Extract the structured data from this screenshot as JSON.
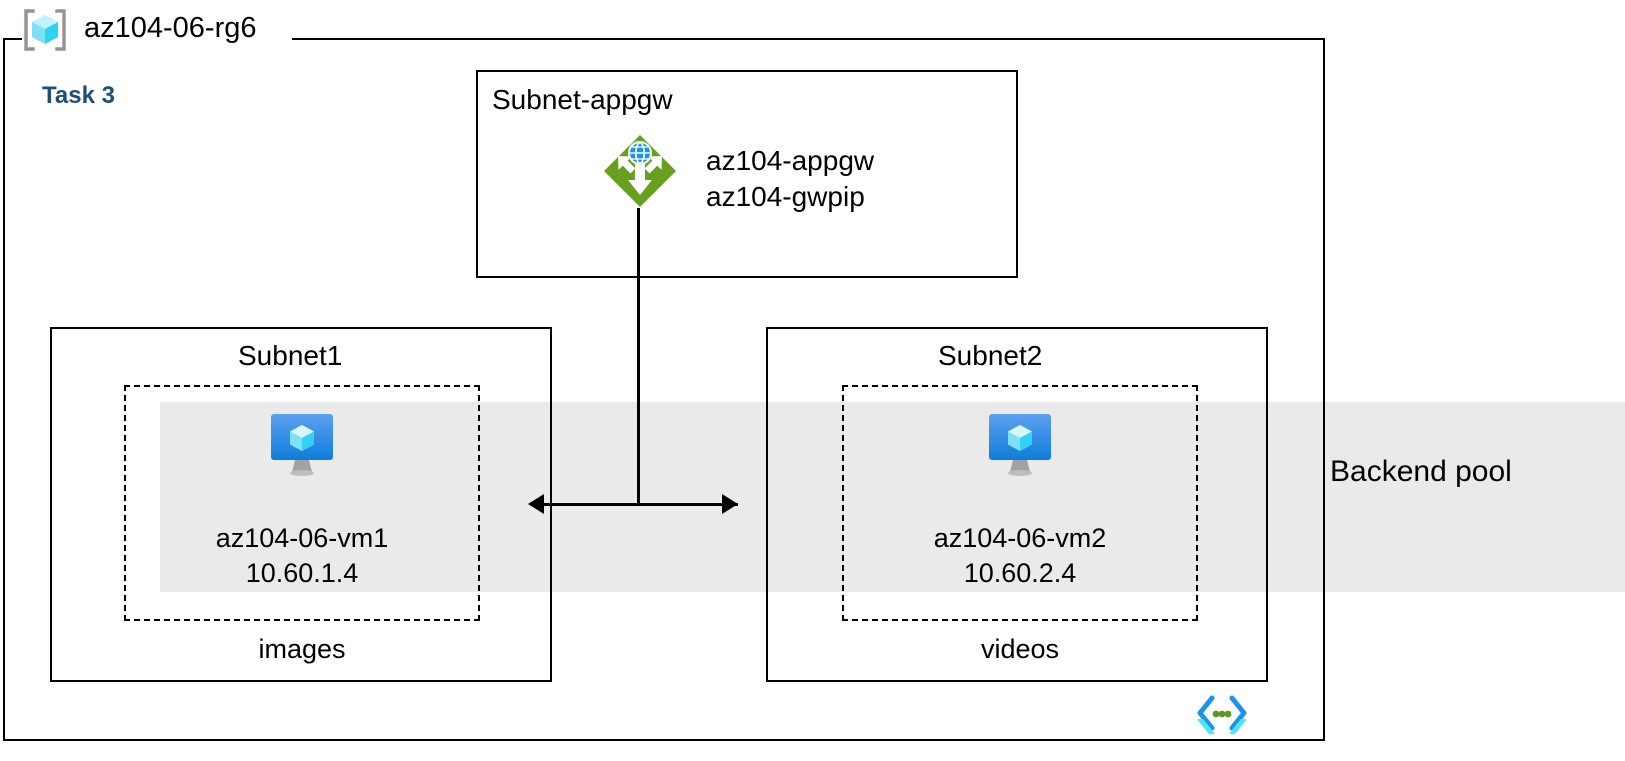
{
  "diagram": {
    "resource_group": {
      "name": "az104-06-rg6",
      "icon": "resource-group-cube-icon",
      "task_label": "Task 3"
    },
    "backend_pool": {
      "label": "Backend pool",
      "band_color": "#eaeaea"
    },
    "subnets": [
      {
        "id": "subnet-appgw",
        "title": "Subnet-appgw",
        "resources": [
          {
            "icon": "application-gateway-icon",
            "name": "az104-appgw",
            "secondary": "az104-gwpip"
          }
        ]
      },
      {
        "id": "subnet1",
        "title": "Subnet1",
        "sublabel": "images",
        "vm": {
          "icon": "virtual-machine-icon",
          "name": "az104-06-vm1",
          "ip": "10.60.1.4"
        }
      },
      {
        "id": "subnet2",
        "title": "Subnet2",
        "sublabel": "videos",
        "vm": {
          "icon": "virtual-machine-icon",
          "name": "az104-06-vm2",
          "ip": "10.60.2.4"
        }
      }
    ],
    "icons": {
      "code_brackets": "code-brackets-icon"
    },
    "colors": {
      "task_text": "#1f4e79",
      "appgw_green": "#68a01e",
      "vm_blue": "#0f7ddb",
      "rg_cube_cyan": "#50e6ff",
      "line": "#000000",
      "band": "#eaeaea"
    }
  }
}
